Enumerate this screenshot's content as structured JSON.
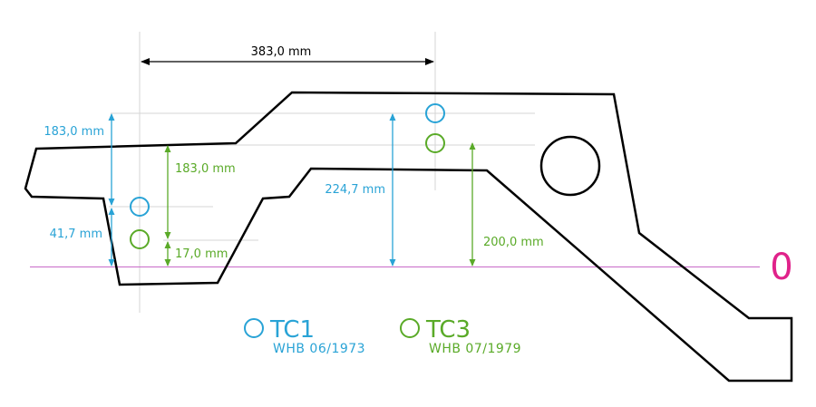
{
  "colors": {
    "blue": "#29a3d6",
    "green": "#5aaa28",
    "magenta": "#e0228a",
    "zero_line": "#c86ac8",
    "outline": "#000000",
    "guide": "#d0d0d0"
  },
  "dimensions": {
    "horizontal": "383,0 mm",
    "tc1_left_upper": "183,0 mm",
    "tc1_left_lower": "41,7 mm",
    "tc3_left_upper": "183,0 mm",
    "tc3_left_lower": "17,0 mm",
    "tc1_right": "224,7 mm",
    "tc3_right": "200,0 mm"
  },
  "zero_label": "0",
  "legend": [
    {
      "title": "TC1",
      "subtitle": "WHB 06/1973",
      "color": "blue"
    },
    {
      "title": "TC3",
      "subtitle": "WHB 07/1979",
      "color": "green"
    }
  ]
}
